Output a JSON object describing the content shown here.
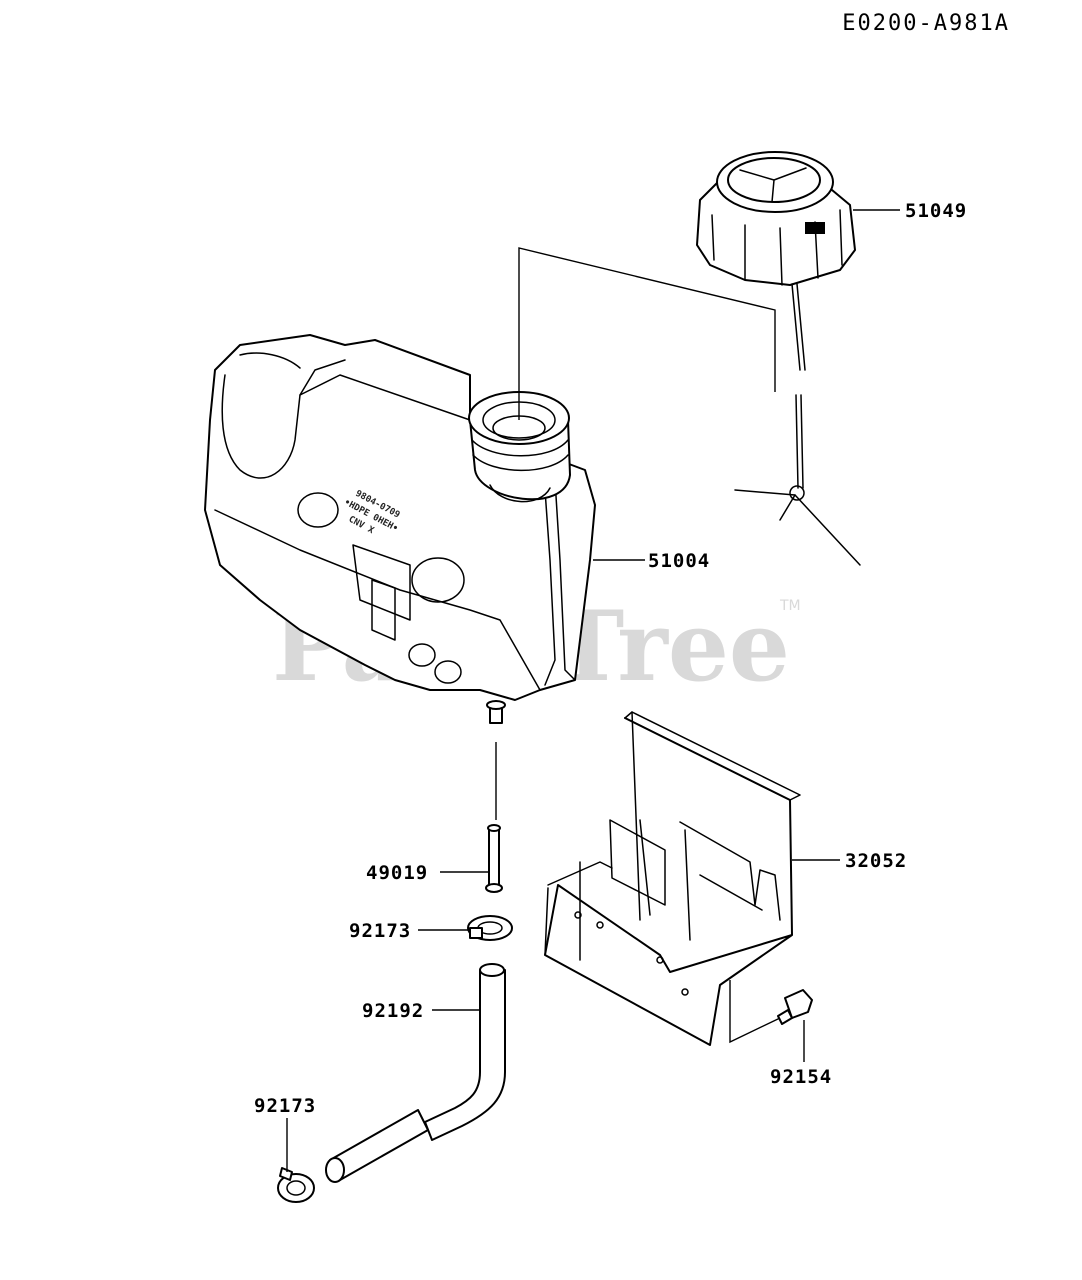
{
  "diagram_code": "E0200-A981A",
  "watermark": "PartsTree",
  "watermark_tm": "TM",
  "tank_embossing": [
    "9804-0709",
    "•HDPE 0HEH•",
    "CNV X"
  ],
  "part_labels": {
    "fuel_cap": "51049",
    "fuel_tank": "51004",
    "bracket": "32052",
    "fuel_filter_pipe": "49019",
    "clamp_upper": "92173",
    "fuel_hose": "92192",
    "clamp_lower": "92173",
    "bolt": "92154"
  }
}
